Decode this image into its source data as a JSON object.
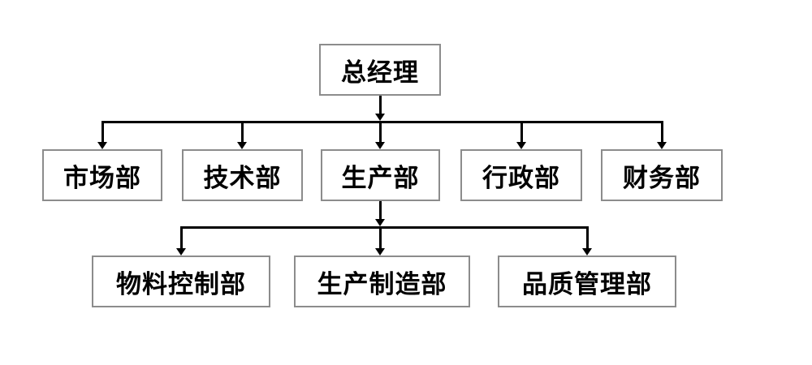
{
  "diagram": {
    "title": "company-org-chart",
    "root": {
      "label": "总经理"
    },
    "level2": [
      {
        "label": "市场部"
      },
      {
        "label": "技术部"
      },
      {
        "label": "生产部"
      },
      {
        "label": "行政部"
      },
      {
        "label": "财务部"
      }
    ],
    "level3_parent": "生产部",
    "level3": [
      {
        "label": "物料控制部"
      },
      {
        "label": "生产制造部"
      },
      {
        "label": "品质管理部"
      }
    ],
    "colors": {
      "background": "#ffffff",
      "box_border": "#8c8c8c",
      "box_fill": "#ffffff",
      "connector": "#000000",
      "text": "#000000"
    }
  }
}
